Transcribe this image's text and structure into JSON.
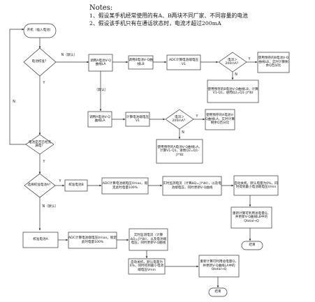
{
  "notes": {
    "title": "Notes:",
    "lines": [
      "1、假设某手机经常使用的有A、B两块不同厂家、不同容量的电池",
      "2、假设该手机只有在通话状态时，电流才超过200mA"
    ]
  },
  "nodes": {
    "start": "开机（插入电池）",
    "dec_check": "电池校准？",
    "dec_full": "电池是否已经充满电？",
    "dec_select": "选择校准电池A？",
    "a1": "调用A电池V-Q曲线LA",
    "a2": "调用B电池V-Q曲线LB",
    "a3": "ADC计算电池端电压V1",
    "a4": "电流＞200mA？",
    "a5": "使用预存的B电池V-Q曲线LB，实时计算剩余Q百分比",
    "a6": "使用预存的B电池V-Q曲线LB，计算V1-Q1，进而Q2=Q1-∫I*Δt",
    "b1": "调用A电池V-Q曲线LA",
    "b2": "计算电池端电压V1",
    "b3": "电流＞200mA？",
    "b4": "使用预存的A电池V-Q曲线LA，实时计算剩余Q百分比",
    "b5": "使用预存的A电池V-Q曲线LA，计算V1-Q1，进而Q2=Q1-∫I*Δt",
    "c1": "校准电池B",
    "c2": "ADC计算电池端电压Vmax，假定此时电量100%",
    "c3": "实时监测电流（计算ΔQ=∫I*Δt），以及电池端电压，同时更新V-Q曲线",
    "c4": "自动关机，默认电量为0%，同时得到最小电池端电压Vmin",
    "c5": "重新计算可利用总电量Q，并更新V-Q曲线LB中的Qtotal→Q",
    "c6": "结束",
    "d1": "校准电池A",
    "d2": "ADC计算电池端电压Vmax，假定此时电量100%",
    "d3": "实时监测电流（计算ΔQ=∫I*Δt），以及电池端电压，同时更新V-Q曲线",
    "d4": "自动关机，默认电量为0%，同时得到最小电池端电压Vmin",
    "d5": "重新计算可利用总电量Q，并更新V-Q曲线LA中的Qtotal→Q",
    "d6": "结束"
  },
  "edge_labels": {
    "check_no": "N（默认）",
    "check_yes": "Y",
    "select_no": "N（默认）",
    "a4_yes": "Y",
    "a4_no": "N",
    "b3_yes": "Y",
    "b3_no": "N",
    "full_yes": "Y",
    "full_no": "N",
    "select_yes": "Y",
    "default_mid": "（默认）"
  }
}
